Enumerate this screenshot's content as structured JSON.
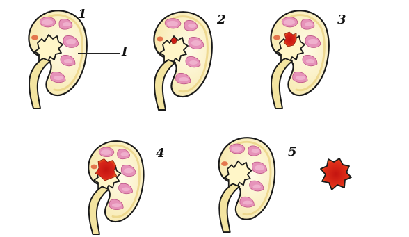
{
  "stages": [
    {
      "label": "1",
      "stone": "none"
    },
    {
      "label": "2",
      "stone": "small"
    },
    {
      "label": "3",
      "stone": "medium"
    },
    {
      "label": "4",
      "stone": "large"
    },
    {
      "label": "5",
      "stone": "removed"
    }
  ],
  "callout": {
    "label": "I"
  },
  "colors": {
    "outline": "#1a1a1a",
    "cortex": "#f6e7a8",
    "medulla": "#e58bb8",
    "medulla_light": "#f1b8d2",
    "pelvis_bg": "#fff6c8",
    "stone_core": "#d8261a",
    "stone_edge": "#f08a1c"
  }
}
